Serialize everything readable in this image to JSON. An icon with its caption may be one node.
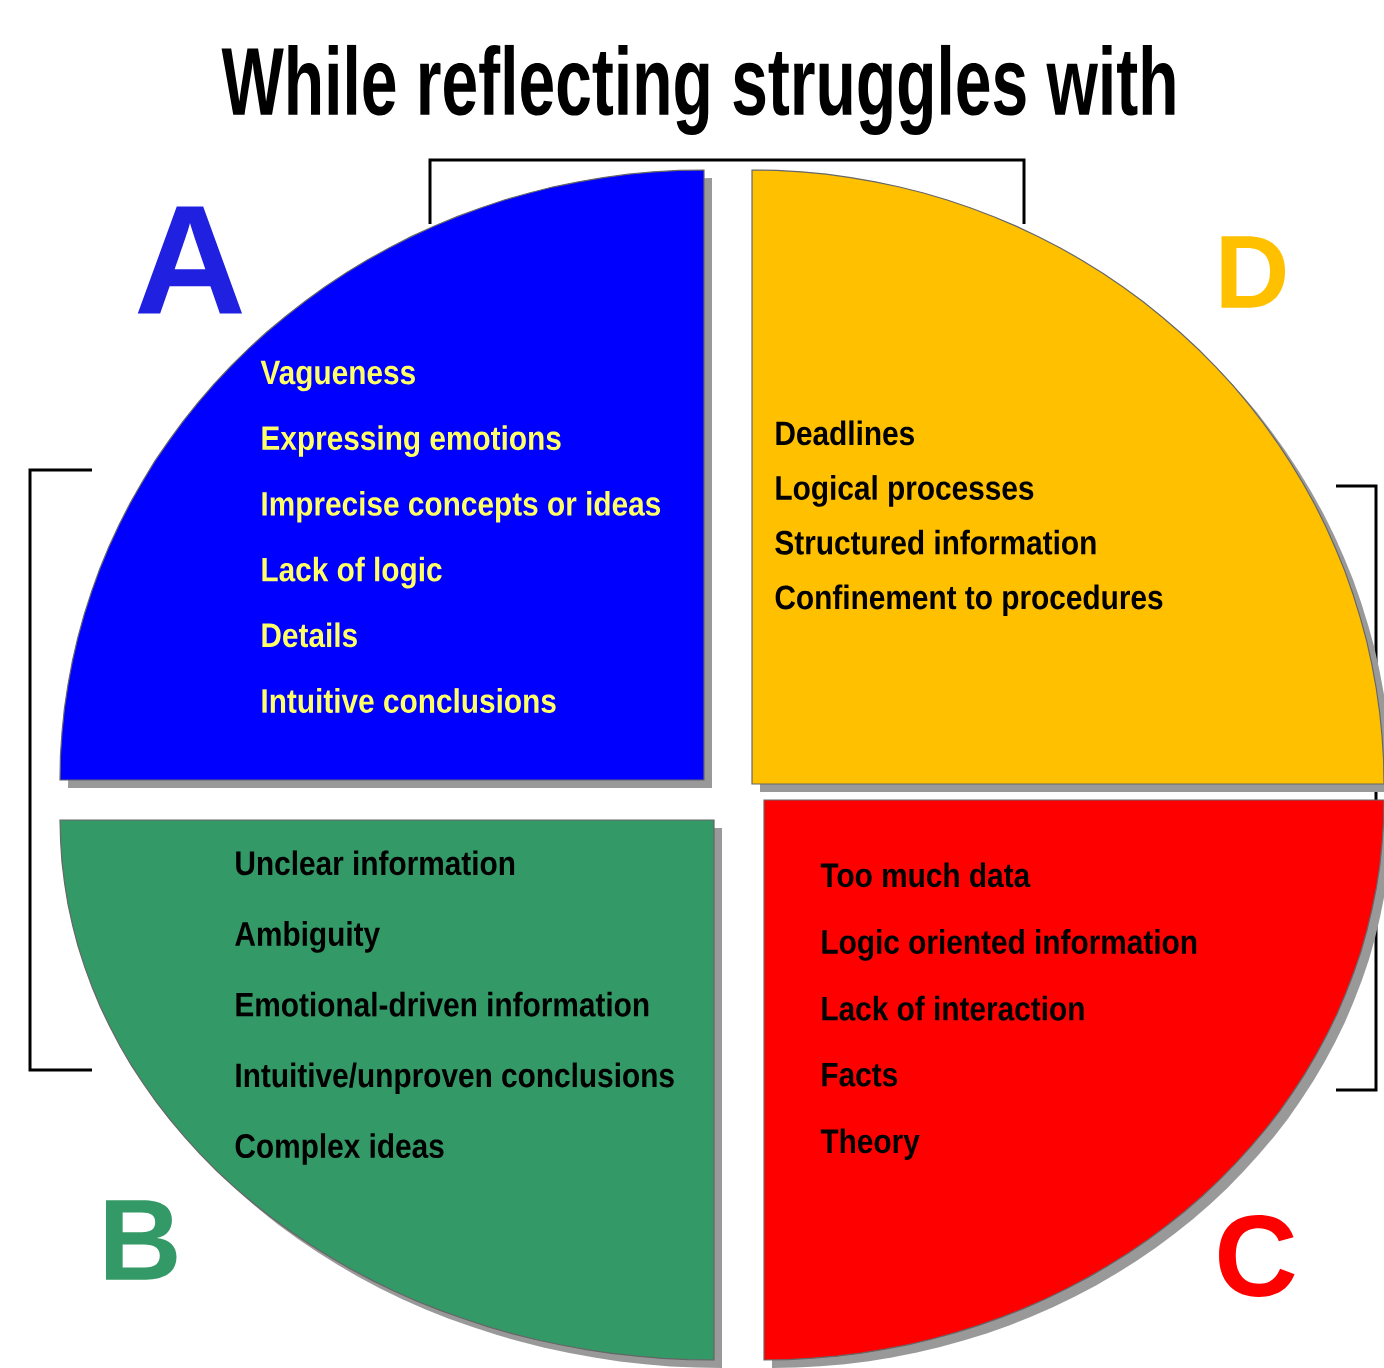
{
  "diagram": {
    "title": "While reflecting struggles with",
    "nodes": [
      {
        "text": [
          "A",
          "Vagueness",
          "Expressing emotions",
          "Imprecise concepts or ideas",
          "Lack of logic",
          "Details",
          "Intuitive conclusions"
        ]
      },
      {
        "text": [
          "D",
          "Deadlines",
          "Logical processes",
          "Structured information",
          "Confinement to procedures"
        ]
      },
      {
        "text": [
          "B",
          "Unclear information",
          "Ambiguity",
          "Emotional-driven information",
          "Intuitive/unproven conclusions",
          "Complex ideas"
        ]
      },
      {
        "text": [
          "C",
          "Too much data",
          "Logic oriented information",
          "Lack of interaction",
          "Facts",
          "Theory"
        ]
      }
    ]
  }
}
